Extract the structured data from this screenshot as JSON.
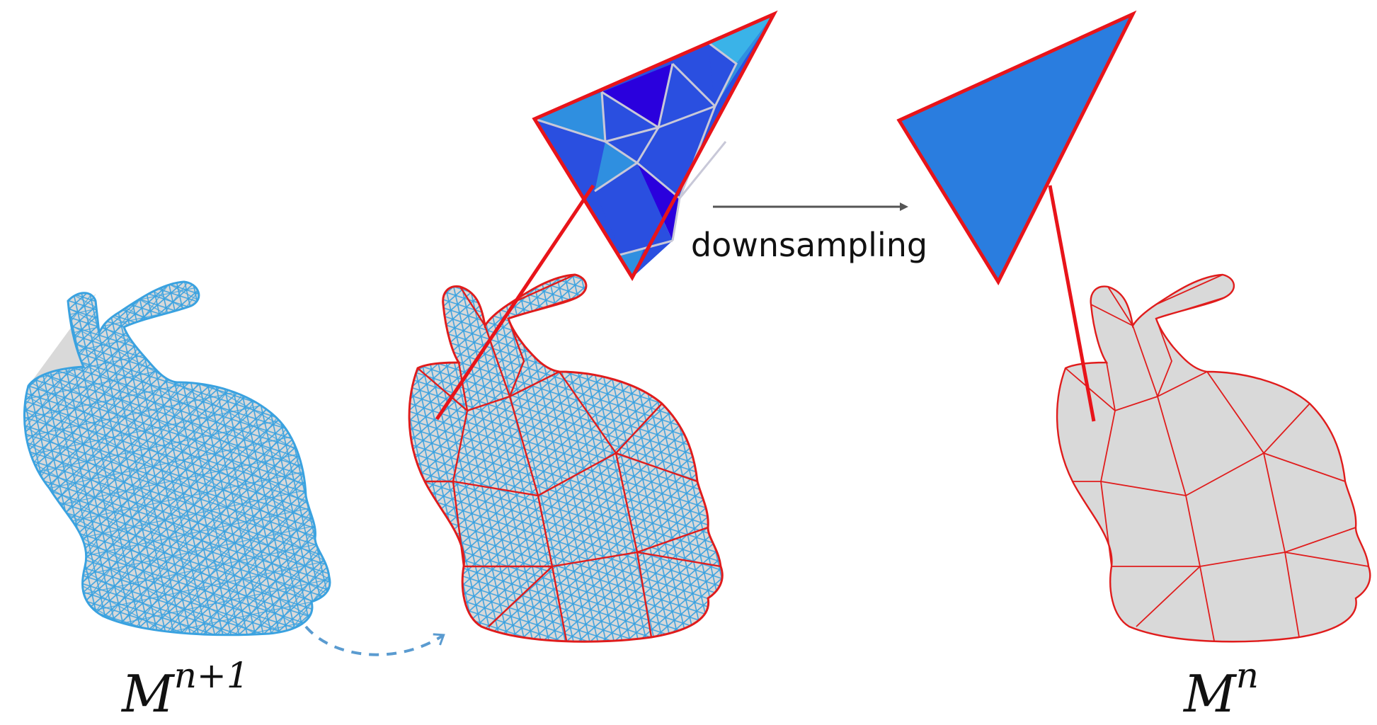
{
  "diagram": {
    "arrow_label": "downsampling",
    "labels": {
      "fine_mesh": {
        "base": "M",
        "superscript": "n+1"
      },
      "coarse_mesh": {
        "base": "M",
        "superscript": "n"
      }
    },
    "colors": {
      "fine_wire": "#3aa2e0",
      "coarse_wire": "#e01c1c",
      "mesh_fill": "#d9d9d9",
      "highlight_line": "#e8141a",
      "coarse_face": "#2a7ddf",
      "arrow": "#555555",
      "dashed_arrow": "#5a9bd0",
      "subface_dark": "#2a00dd",
      "subface_mid": "#2a4fe0",
      "subface_light": "#2f8fe0",
      "subface_cyan": "#3ab3e8",
      "subface_edge": "#c8c8d8"
    }
  }
}
